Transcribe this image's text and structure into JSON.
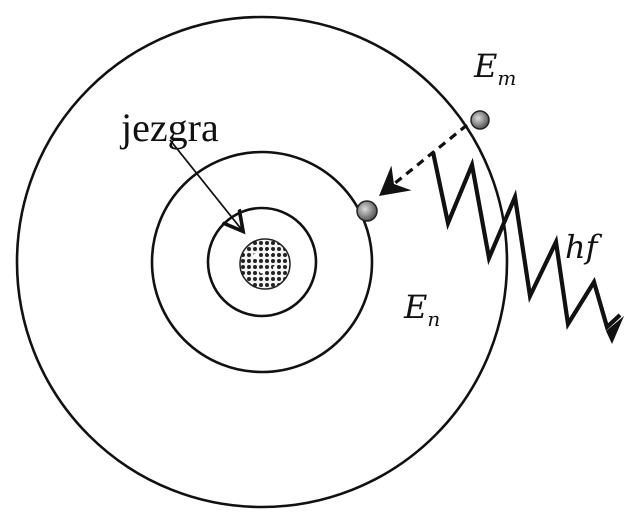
{
  "labels": {
    "nucleus": "jezgra",
    "outer_energy_symbol": "E",
    "outer_energy_subscript": "m",
    "inner_energy_symbol": "E",
    "inner_energy_subscript": "n",
    "photon_energy": "hf"
  },
  "colors": {
    "ink": "#111111",
    "background": "#ffffff",
    "electron": "#8a8a8a"
  },
  "icons": {
    "nucleus": "nucleus-cluster-icon",
    "electron": "electron-dot-icon",
    "transition": "dashed-arrow-icon",
    "photon": "wavy-arrow-icon"
  }
}
